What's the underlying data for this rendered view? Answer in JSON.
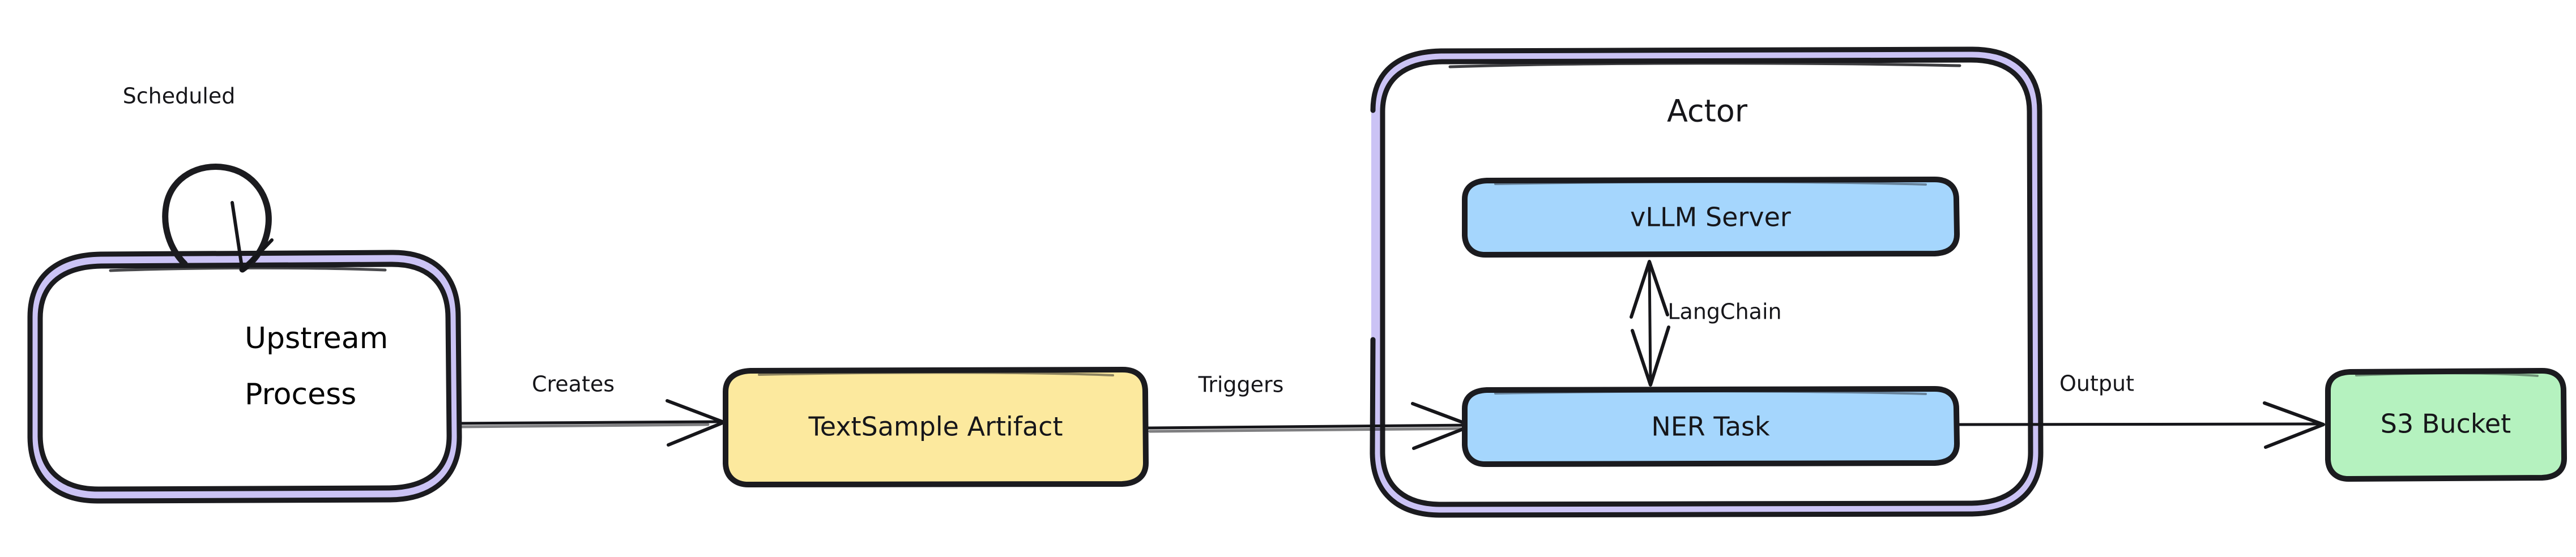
{
  "diagram": {
    "title": "NER pipeline architecture flowchart",
    "background": "#ffffff",
    "style": "hand-drawn sketch"
  },
  "colors": {
    "stroke": "#16161a",
    "lavender_border": "#cbc3f5",
    "yellow_fill": "#fce99e",
    "blue_fill": "#a5d6fd",
    "green_fill": "#b5f2bf",
    "white_fill": "#ffffff"
  },
  "nodes": [
    {
      "id": "upstream-process",
      "label_line1": "Upstream",
      "label_line2": "Process",
      "shape": "rounded-rect",
      "fill": "#ffffff",
      "border": "double-lavender"
    },
    {
      "id": "textsample-artifact",
      "label": "TextSample Artifact",
      "shape": "rounded-rect",
      "fill": "#fce99e",
      "border": "black"
    },
    {
      "id": "vllm-server",
      "label": "vLLM Server",
      "shape": "rounded-rect",
      "fill": "#a5d6fd",
      "border": "black"
    },
    {
      "id": "ner-task",
      "label": "NER Task",
      "shape": "rounded-rect",
      "fill": "#a5d6fd",
      "border": "black"
    },
    {
      "id": "s3-bucket",
      "label": "S3 Bucket",
      "shape": "rounded-rect",
      "fill": "#b5f2bf",
      "border": "black"
    }
  ],
  "clusters": [
    {
      "id": "actor",
      "title": "Actor",
      "fill": "#ffffff",
      "border": "double-lavender",
      "contains": [
        "vllm-server",
        "ner-task"
      ]
    }
  ],
  "edges": [
    {
      "id": "scheduled-loop",
      "label": "Scheduled",
      "from": "upstream-process",
      "to": "upstream-process",
      "kind": "self-loop",
      "arrow": "single"
    },
    {
      "id": "creates",
      "label": "Creates",
      "from": "upstream-process",
      "to": "textsample-artifact",
      "kind": "straight",
      "arrow": "single"
    },
    {
      "id": "triggers",
      "label": "Triggers",
      "from": "textsample-artifact",
      "to": "ner-task",
      "kind": "straight",
      "arrow": "single"
    },
    {
      "id": "langchain",
      "label": "LangChain",
      "from": "vllm-server",
      "to": "ner-task",
      "kind": "vertical",
      "arrow": "double"
    },
    {
      "id": "output",
      "label": "Output",
      "from": "ner-task",
      "to": "s3-bucket",
      "kind": "straight",
      "arrow": "single"
    }
  ]
}
